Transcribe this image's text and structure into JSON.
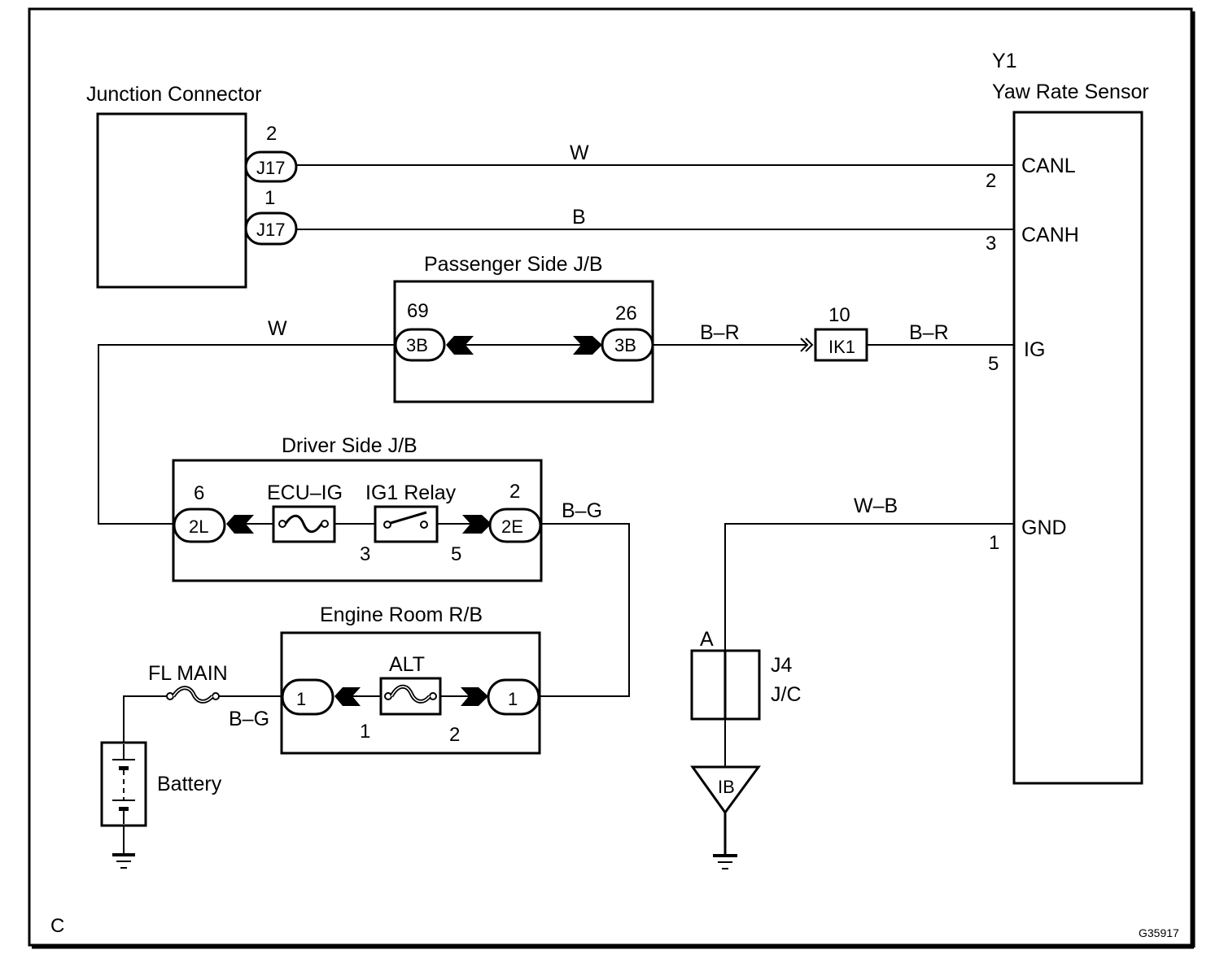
{
  "diagram": {
    "corner_label": "C",
    "figure_id": "G35917",
    "components": {
      "junction_connector": {
        "title": "Junction Connector"
      },
      "yaw_rate_sensor": {
        "id": "Y1",
        "title": "Yaw Rate Sensor"
      },
      "passenger_jb": {
        "title": "Passenger Side J/B"
      },
      "driver_jb": {
        "title": "Driver Side J/B",
        "fuse": "ECU–IG",
        "relay": "IG1 Relay"
      },
      "engine_room_rb": {
        "title": "Engine Room R/B",
        "fuse": "ALT"
      },
      "fl_main": {
        "title": "FL MAIN"
      },
      "battery": {
        "title": "Battery"
      },
      "j4": {
        "id": "J4",
        "type": "J/C",
        "pin": "A"
      },
      "ground_ib": {
        "label": "IB"
      }
    },
    "connectors": {
      "j17_top": {
        "code": "J17",
        "pin": "2"
      },
      "j17_bottom": {
        "code": "J17",
        "pin": "1"
      },
      "pjb_left": {
        "code": "3B",
        "pin": "69"
      },
      "pjb_right": {
        "code": "3B",
        "pin": "26"
      },
      "ik1": {
        "code": "IK1",
        "pin": "10"
      },
      "djb_left": {
        "code": "2L",
        "pin": "6"
      },
      "djb_right": {
        "code": "2E",
        "pin": "2"
      },
      "relay_pin_in": "3",
      "relay_pin_out": "5",
      "erb_left": {
        "code": "1"
      },
      "erb_right": {
        "code": "1"
      },
      "alt_pin_left": "1",
      "alt_pin_right": "2"
    },
    "sensor_pins": [
      {
        "name": "CANL",
        "number": "2"
      },
      {
        "name": "CANH",
        "number": "3"
      },
      {
        "name": "IG",
        "number": "5"
      },
      {
        "name": "GND",
        "number": "1"
      }
    ],
    "wires": {
      "canl": "W",
      "canh": "B",
      "ig_feed": "W",
      "pjb_to_ik1": "B–R",
      "ik1_to_sensor": "B–R",
      "djb_to_erb": "B–G",
      "fl_to_erb": "B–G",
      "gnd": "W–B"
    }
  }
}
